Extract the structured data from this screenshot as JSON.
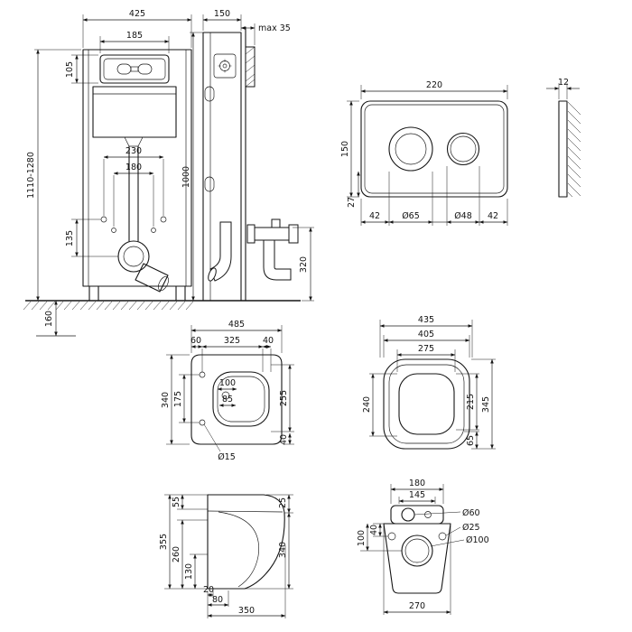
{
  "frame_view": {
    "width_total": "425",
    "width_access": "185",
    "height_access": "105",
    "height_range": "1110-1280",
    "bolt_spacing_outer": "230",
    "bolt_spacing_inner": "180",
    "drain_offset": "135",
    "floor_depth": "160",
    "depth_total": "150",
    "wall_max": "max 35",
    "frame_height": "1000",
    "outlet_height": "320"
  },
  "flush_plate": {
    "width": "220",
    "thickness": "12",
    "height": "150",
    "bottom_offset": "27",
    "margin_left": "42",
    "big_button": "Ø65",
    "small_button": "Ø48",
    "margin_right": "42"
  },
  "bowl_top": {
    "depth_total": "485",
    "back_ledge": "60",
    "opening_depth": "325",
    "front_rim": "40",
    "width_total": "340",
    "bolt_width": "175",
    "inlet_width": "100",
    "inlet_depth": "85",
    "opening_width": "255",
    "side_rim": "40",
    "hole_dia": "Ø15"
  },
  "seat_top": {
    "depth_total": "435",
    "lid_depth": "405",
    "inner_depth": "275",
    "inner_width": "240",
    "lid_width_upper": "215",
    "width_total": "345",
    "lid_width_lower": "65"
  },
  "bowl_side": {
    "seat_thickness": "25",
    "top_ledge": "55",
    "height_total": "355",
    "back_height": "260",
    "drain_height": "130",
    "front_height": "340",
    "bottom_offset_a": "20",
    "bottom_offset_b": "80",
    "depth_total": "350"
  },
  "bowl_rear": {
    "top_width": "180",
    "tank_width": "145",
    "inlet_dia": "Ø60",
    "hole_dia": "Ø25",
    "drain_dia": "Ø100",
    "hole_offset": "40",
    "drain_offset": "100",
    "bottom_width": "270"
  }
}
